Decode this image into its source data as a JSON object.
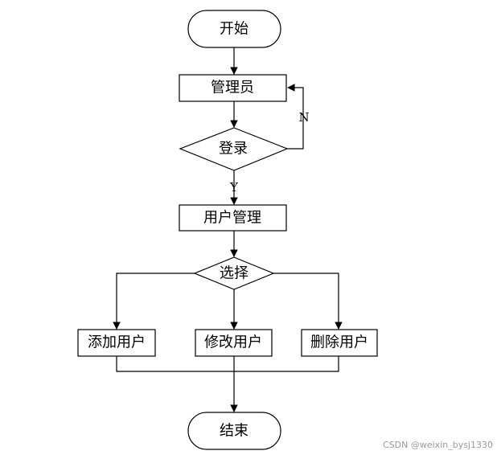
{
  "diagram": {
    "nodes": {
      "start": "开始",
      "admin": "管理员",
      "login": "登录",
      "user_management": "用户管理",
      "choose": "选择",
      "add_user": "添加用户",
      "edit_user": "修改用户",
      "delete_user": "删除用户",
      "end": "结束"
    },
    "edges": {
      "login_yes": "Y",
      "login_no": "N"
    }
  },
  "watermark": "CSDN @weixin_bysj1330"
}
